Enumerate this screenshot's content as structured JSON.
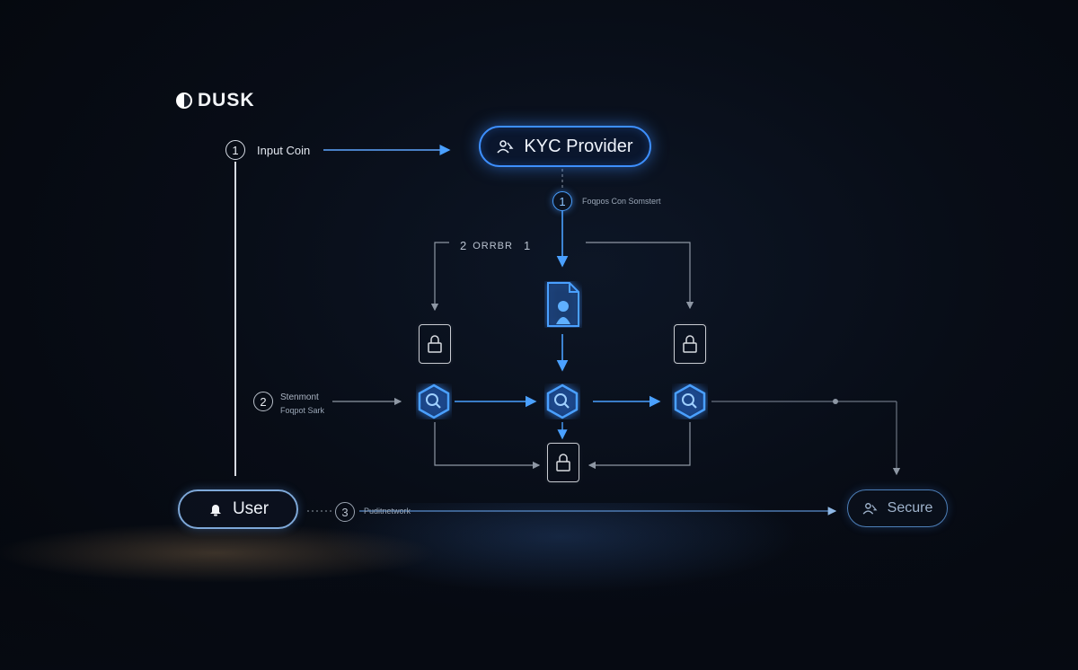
{
  "brand": {
    "name": "DUSK",
    "icon": "dusk-logo-icon"
  },
  "nodes": {
    "kyc_provider": {
      "label": "KYC Provider",
      "icon": "users-icon"
    },
    "user": {
      "label": "User",
      "icon": "user-bell-icon"
    },
    "secure": {
      "label": "Secure",
      "icon": "users-icon"
    }
  },
  "steps": [
    {
      "number": "1",
      "text": "Input Coin"
    },
    {
      "number": "1",
      "text": "Foqpos Con Somstert"
    },
    {
      "number": "2",
      "text": "Stenmont",
      "subtext": "Foqpot Sark"
    },
    {
      "number": "3",
      "text": "Puditnetwork"
    }
  ],
  "tag_row": {
    "left": "2",
    "middle": "ORRBR",
    "right": "1"
  },
  "colors": {
    "accent": "#3d8fff",
    "background": "#070b14",
    "line": "#c9ccd2",
    "glow": "#4aa0ff"
  }
}
